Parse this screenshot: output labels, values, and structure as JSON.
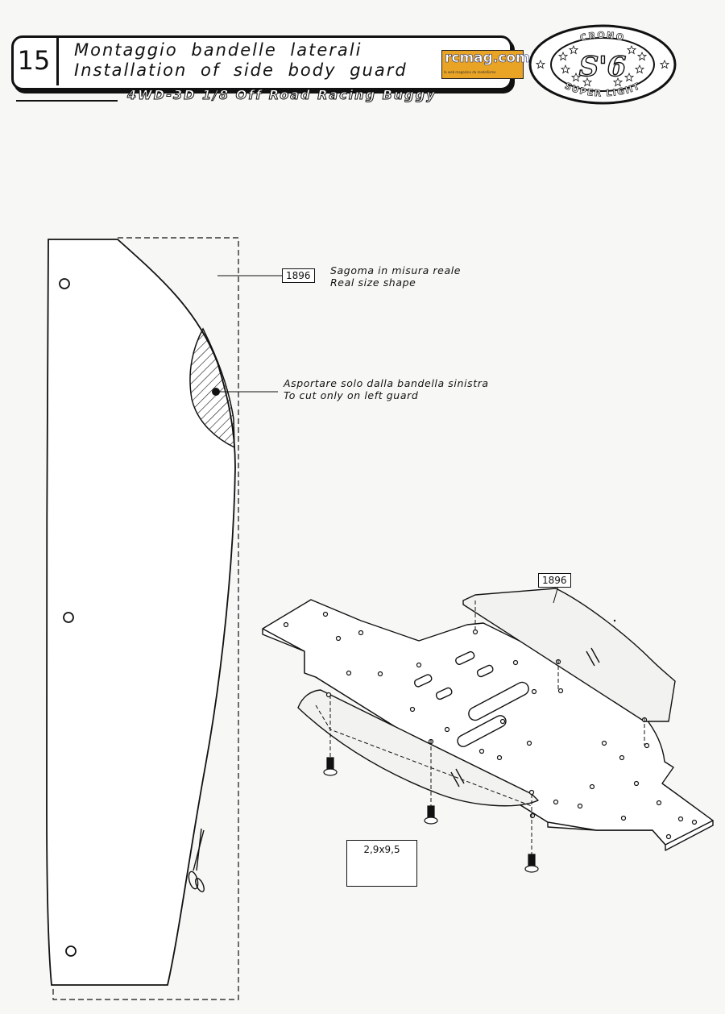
{
  "header": {
    "step_number": "15",
    "title_it": "Montaggio bandelle laterali",
    "title_en": "Installation of side body guard",
    "subtitle": "4WD-3D 1/8 Off Road Racing Buggy"
  },
  "badge": {
    "rcmag_text": "rcmag.com",
    "rcmag_tagline": "la web magazine da modellismo",
    "logo_top": "CRONO",
    "logo_center": "S'6",
    "logo_bottom": "SUPER LIGHT"
  },
  "template": {
    "part_number": "1896",
    "note_it": "Sagoma in misura reale",
    "note_en": "Real size shape"
  },
  "cut_note": {
    "note_it": "Asportare solo dalla bandella sinistra",
    "note_en": "To cut only on left guard"
  },
  "assembly": {
    "part_number": "1896",
    "screw_size": "2,9x9,5"
  },
  "colors": {
    "line": "#111111",
    "paper": "#f7f7f5",
    "rcmag_orange": "#e9a426"
  }
}
